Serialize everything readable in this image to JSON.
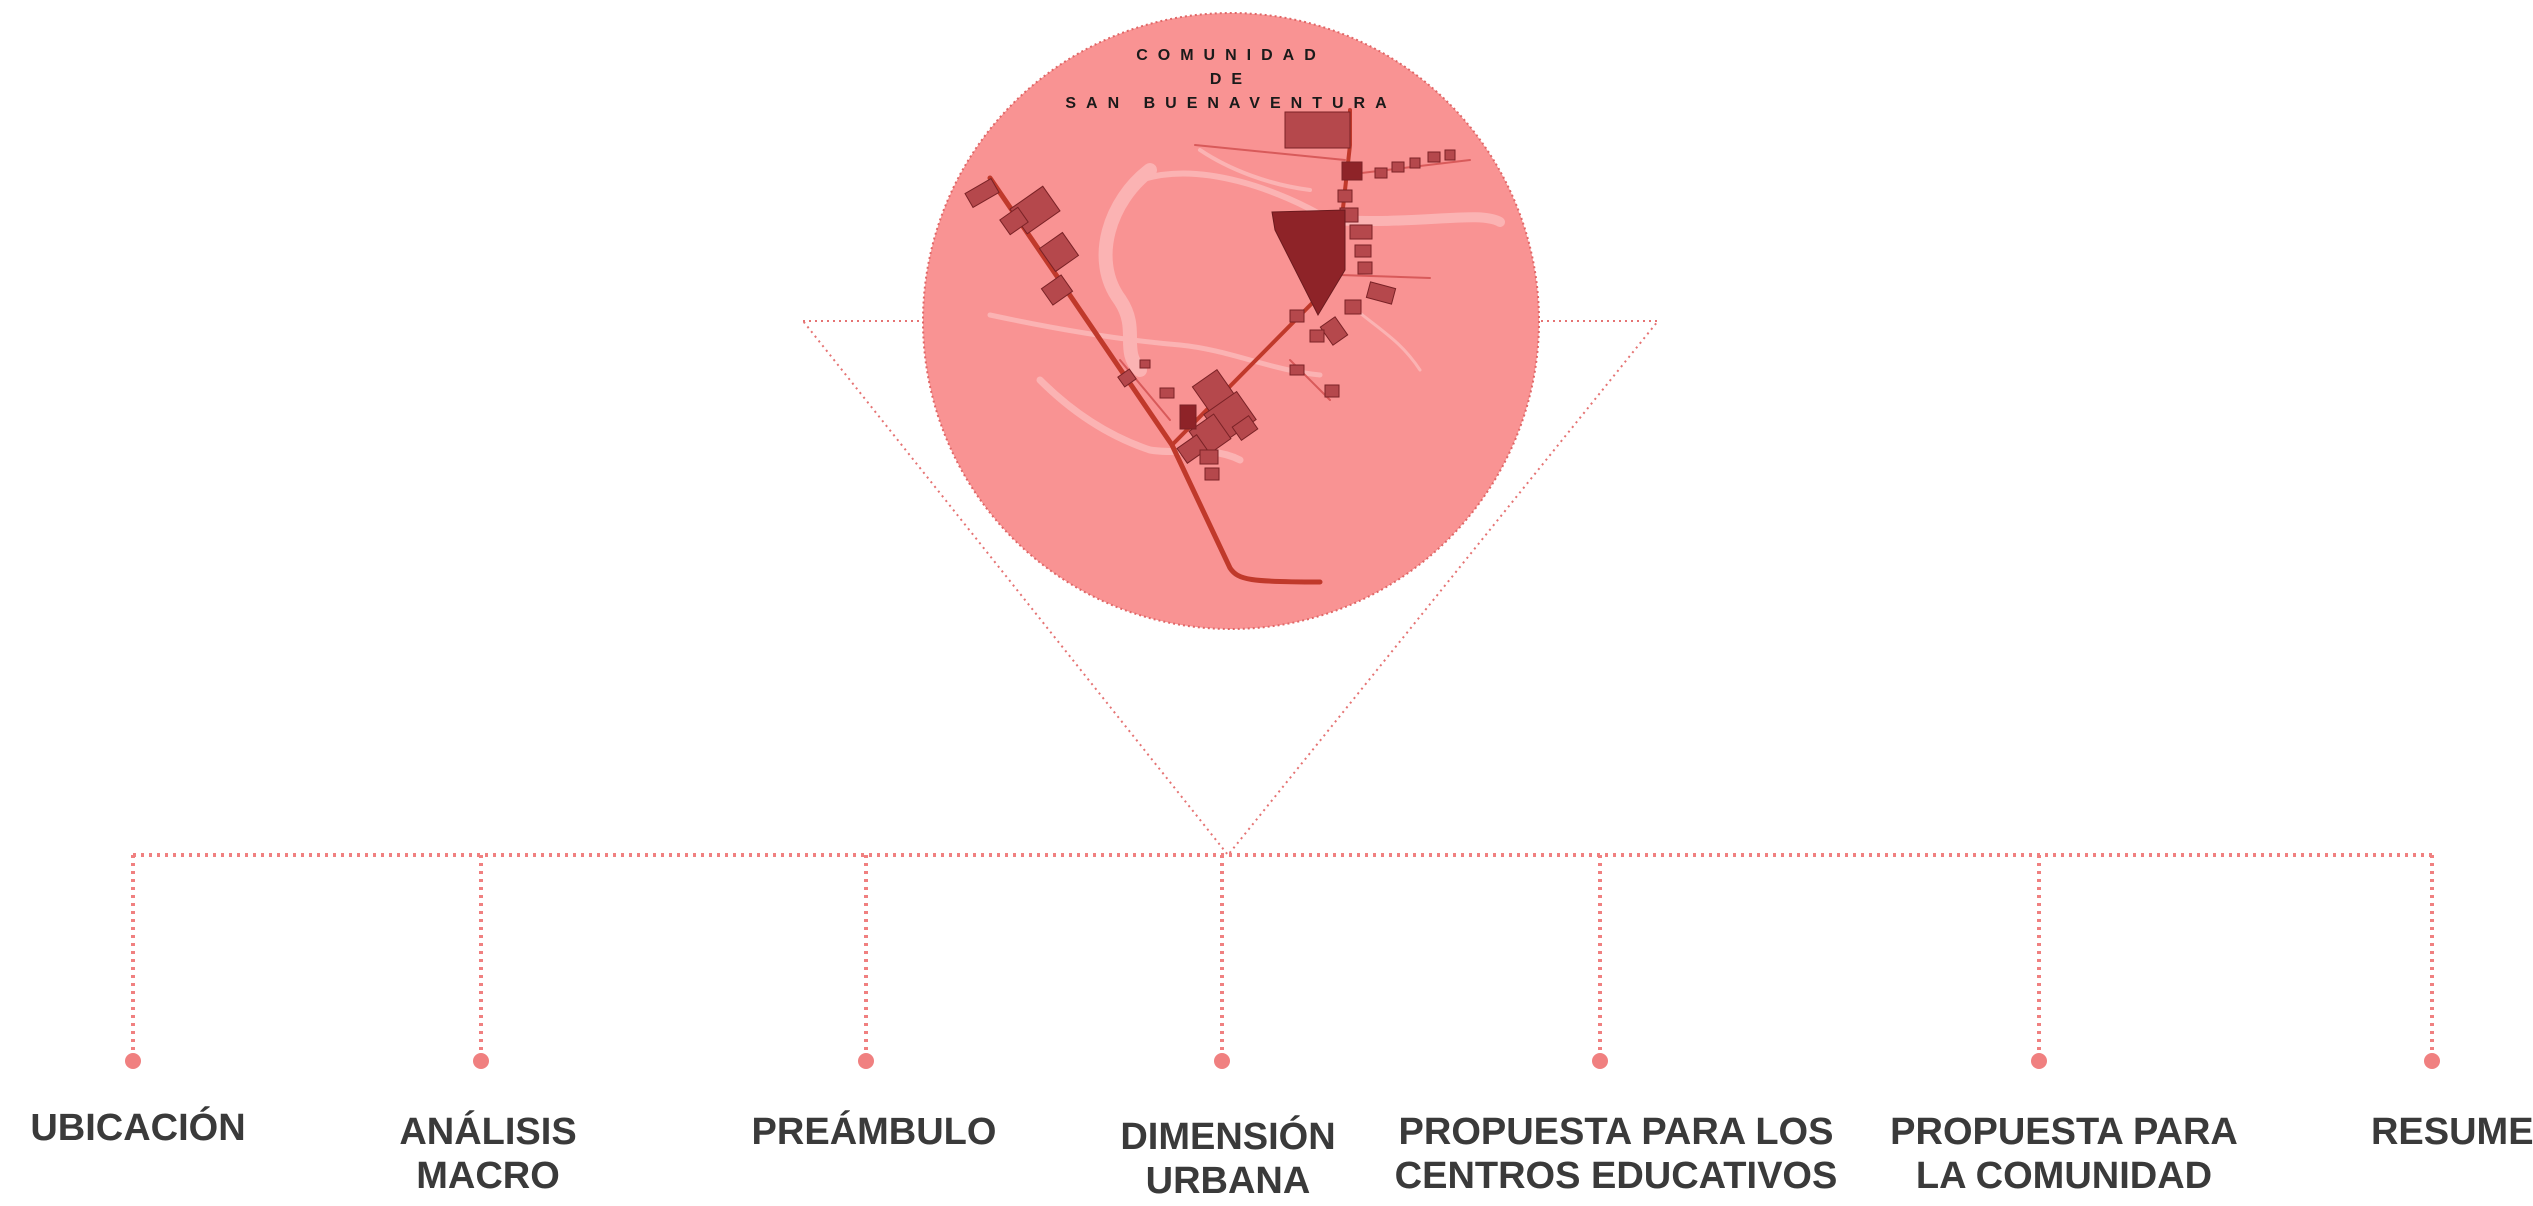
{
  "map": {
    "title_line1": "COMUNIDAD",
    "title_line2": "DE",
    "title_line3": "SAN BUENAVENTURA"
  },
  "nav": {
    "items": [
      {
        "label": "UBICACIÓN"
      },
      {
        "label": "ANÁLISIS\nMACRO"
      },
      {
        "label": "PREÁMBULO"
      },
      {
        "label": "DIMENSIÓN\nURBANA"
      },
      {
        "label": "PROPUESTA PARA LOS\nCENTROS EDUCATIVOS"
      },
      {
        "label": "PROPUESTA PARA\nLA COMUNIDAD"
      },
      {
        "label": "RESUMEN"
      }
    ]
  },
  "colors": {
    "accent": "#f08080",
    "circle_fill": "#f99393",
    "road": "#c0392b",
    "building": "#b5484c",
    "building_dark": "#8e2328",
    "river": "#fbb3b3",
    "label": "#3a3a3a"
  }
}
